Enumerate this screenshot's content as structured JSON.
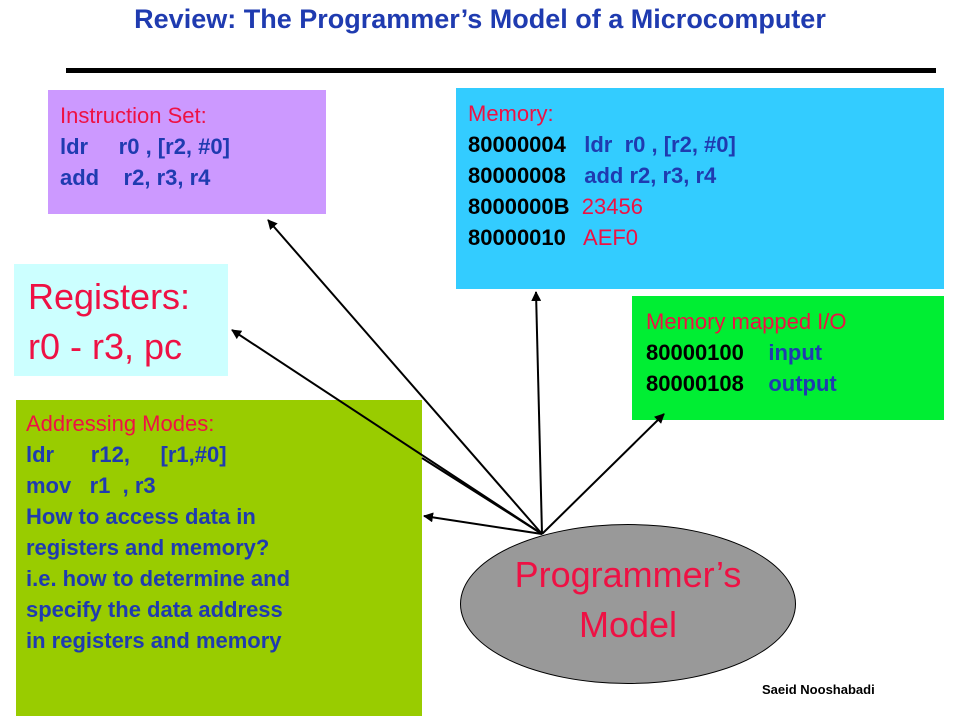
{
  "title": "Review: The Programmer’s Model of a Microcomputer",
  "instruction_set": {
    "heading": "Instruction Set:",
    "lines": [
      "ldr     r0 , [r2, #0]",
      "add    r2, r3, r4"
    ]
  },
  "memory": {
    "heading": "Memory:",
    "rows": [
      {
        "addr": "80000004",
        "value": "   ldr  r0 , [r2, #0]"
      },
      {
        "addr": "80000008",
        "value": "   add r2, r3, r4"
      },
      {
        "addr": "8000000B",
        "value": "  23456"
      },
      {
        "addr": "80000010",
        "value": "   AEF0"
      }
    ]
  },
  "registers": {
    "line1": "Registers:",
    "line2": "r0 - r3, pc"
  },
  "memory_mapped_io": {
    "heading": "Memory mapped I/O",
    "rows": [
      {
        "addr": "80000100",
        "value": "    input"
      },
      {
        "addr": "80000108",
        "value": "    output"
      }
    ]
  },
  "addressing_modes": {
    "heading": "Addressing Modes:",
    "lines": [
      "ldr      r12,     [r1,#0]",
      "mov   r1  , r3",
      "How to access data in",
      "registers and memory?",
      "i.e. how to determine and",
      "specify the data address",
      "in registers and memory"
    ]
  },
  "center": {
    "line1": "Programmer’s",
    "line2": "Model"
  },
  "credit": "Saeid Nooshabadi",
  "colors": {
    "title": "#1f3bb0",
    "accent_red": "#ee1144",
    "instruction_box": "#cc99ff",
    "memory_box": "#33ccff",
    "registers_box": "#ccffff",
    "io_box": "#00ee33",
    "addressing_box": "#99cc00",
    "ellipse": "#999999"
  }
}
